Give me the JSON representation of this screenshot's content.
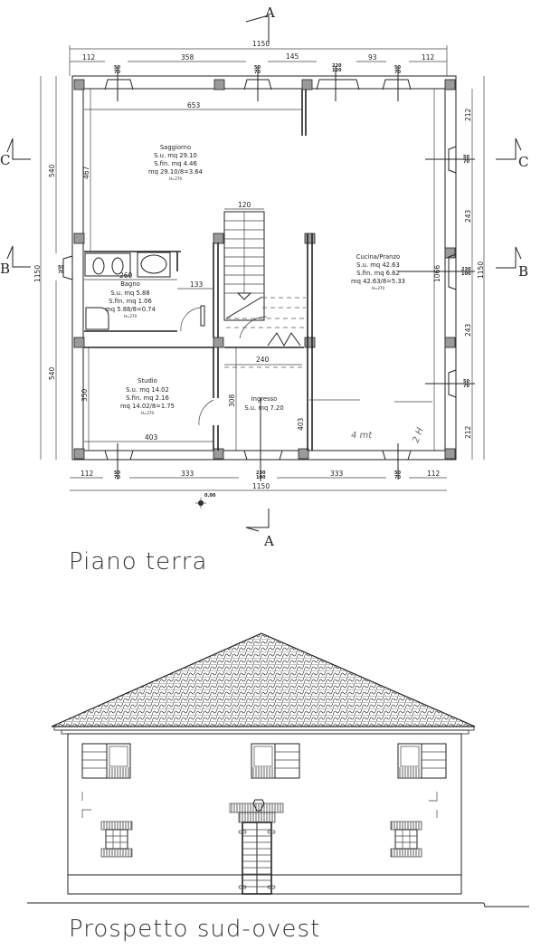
{
  "plan": {
    "title": "Piano terra",
    "section_markers": {
      "top": "A",
      "bottom": "A",
      "left_upper": "C",
      "left_lower": "B",
      "right_upper": "C",
      "right_lower": "B"
    },
    "overall_width": "1150",
    "overall_height": "1150",
    "top_dims": [
      "112",
      "358",
      "145",
      "93",
      "112"
    ],
    "bottom_dims": [
      "112",
      "333",
      "333",
      "112"
    ],
    "left_dims": [
      "540",
      "540"
    ],
    "right_dims": [
      "212",
      "243",
      "243",
      "212"
    ],
    "right_inner": "1066",
    "window_codes": {
      "w50_70": "50\n70",
      "w230_100": "230\n100",
      "w220_120": "220\n120"
    },
    "interior_dims": {
      "saggiorno_width": "653",
      "saggiorno_depth": "467",
      "stair_width": "120",
      "bagno_width": "260",
      "corridor": "133",
      "studio_width": "403",
      "studio_depth": "350",
      "ingresso_width": "240",
      "ingresso_depth": "308",
      "ingresso_right": "403"
    },
    "elevation_mark": "0.00",
    "rooms": [
      {
        "name": "Saggiorno",
        "su": "S.u.  mq  29.10",
        "sfin": "S.fin.  mq  4.46",
        "ratio": "mq  29.10/8=3.64",
        "h": "H=270"
      },
      {
        "name": "Bagno",
        "su": "S.u.  mq  5.88",
        "sfin": "S.fin.  mq  1.06",
        "ratio": "mq  5.88/8=0.74",
        "h": "H=270"
      },
      {
        "name": "Studio",
        "su": "S.u.  mq  14.02",
        "sfin": "S.fin.  mq  2.16",
        "ratio": "mq  14.02/8=1.75",
        "h": "H=270"
      },
      {
        "name": "Ingresso",
        "su": "S.u.  mq  7.20"
      },
      {
        "name": "Cucina/Pranzo",
        "su": "S.u.  mq  42.63",
        "sfin": "S.fin.  mq  6.62",
        "ratio": "mq  42.63/8=5.33",
        "h": "H=270"
      }
    ],
    "handwritten": {
      "area": "4 mt",
      "height": "2 H"
    }
  },
  "elevation": {
    "title": "Prospetto sud-ovest"
  }
}
